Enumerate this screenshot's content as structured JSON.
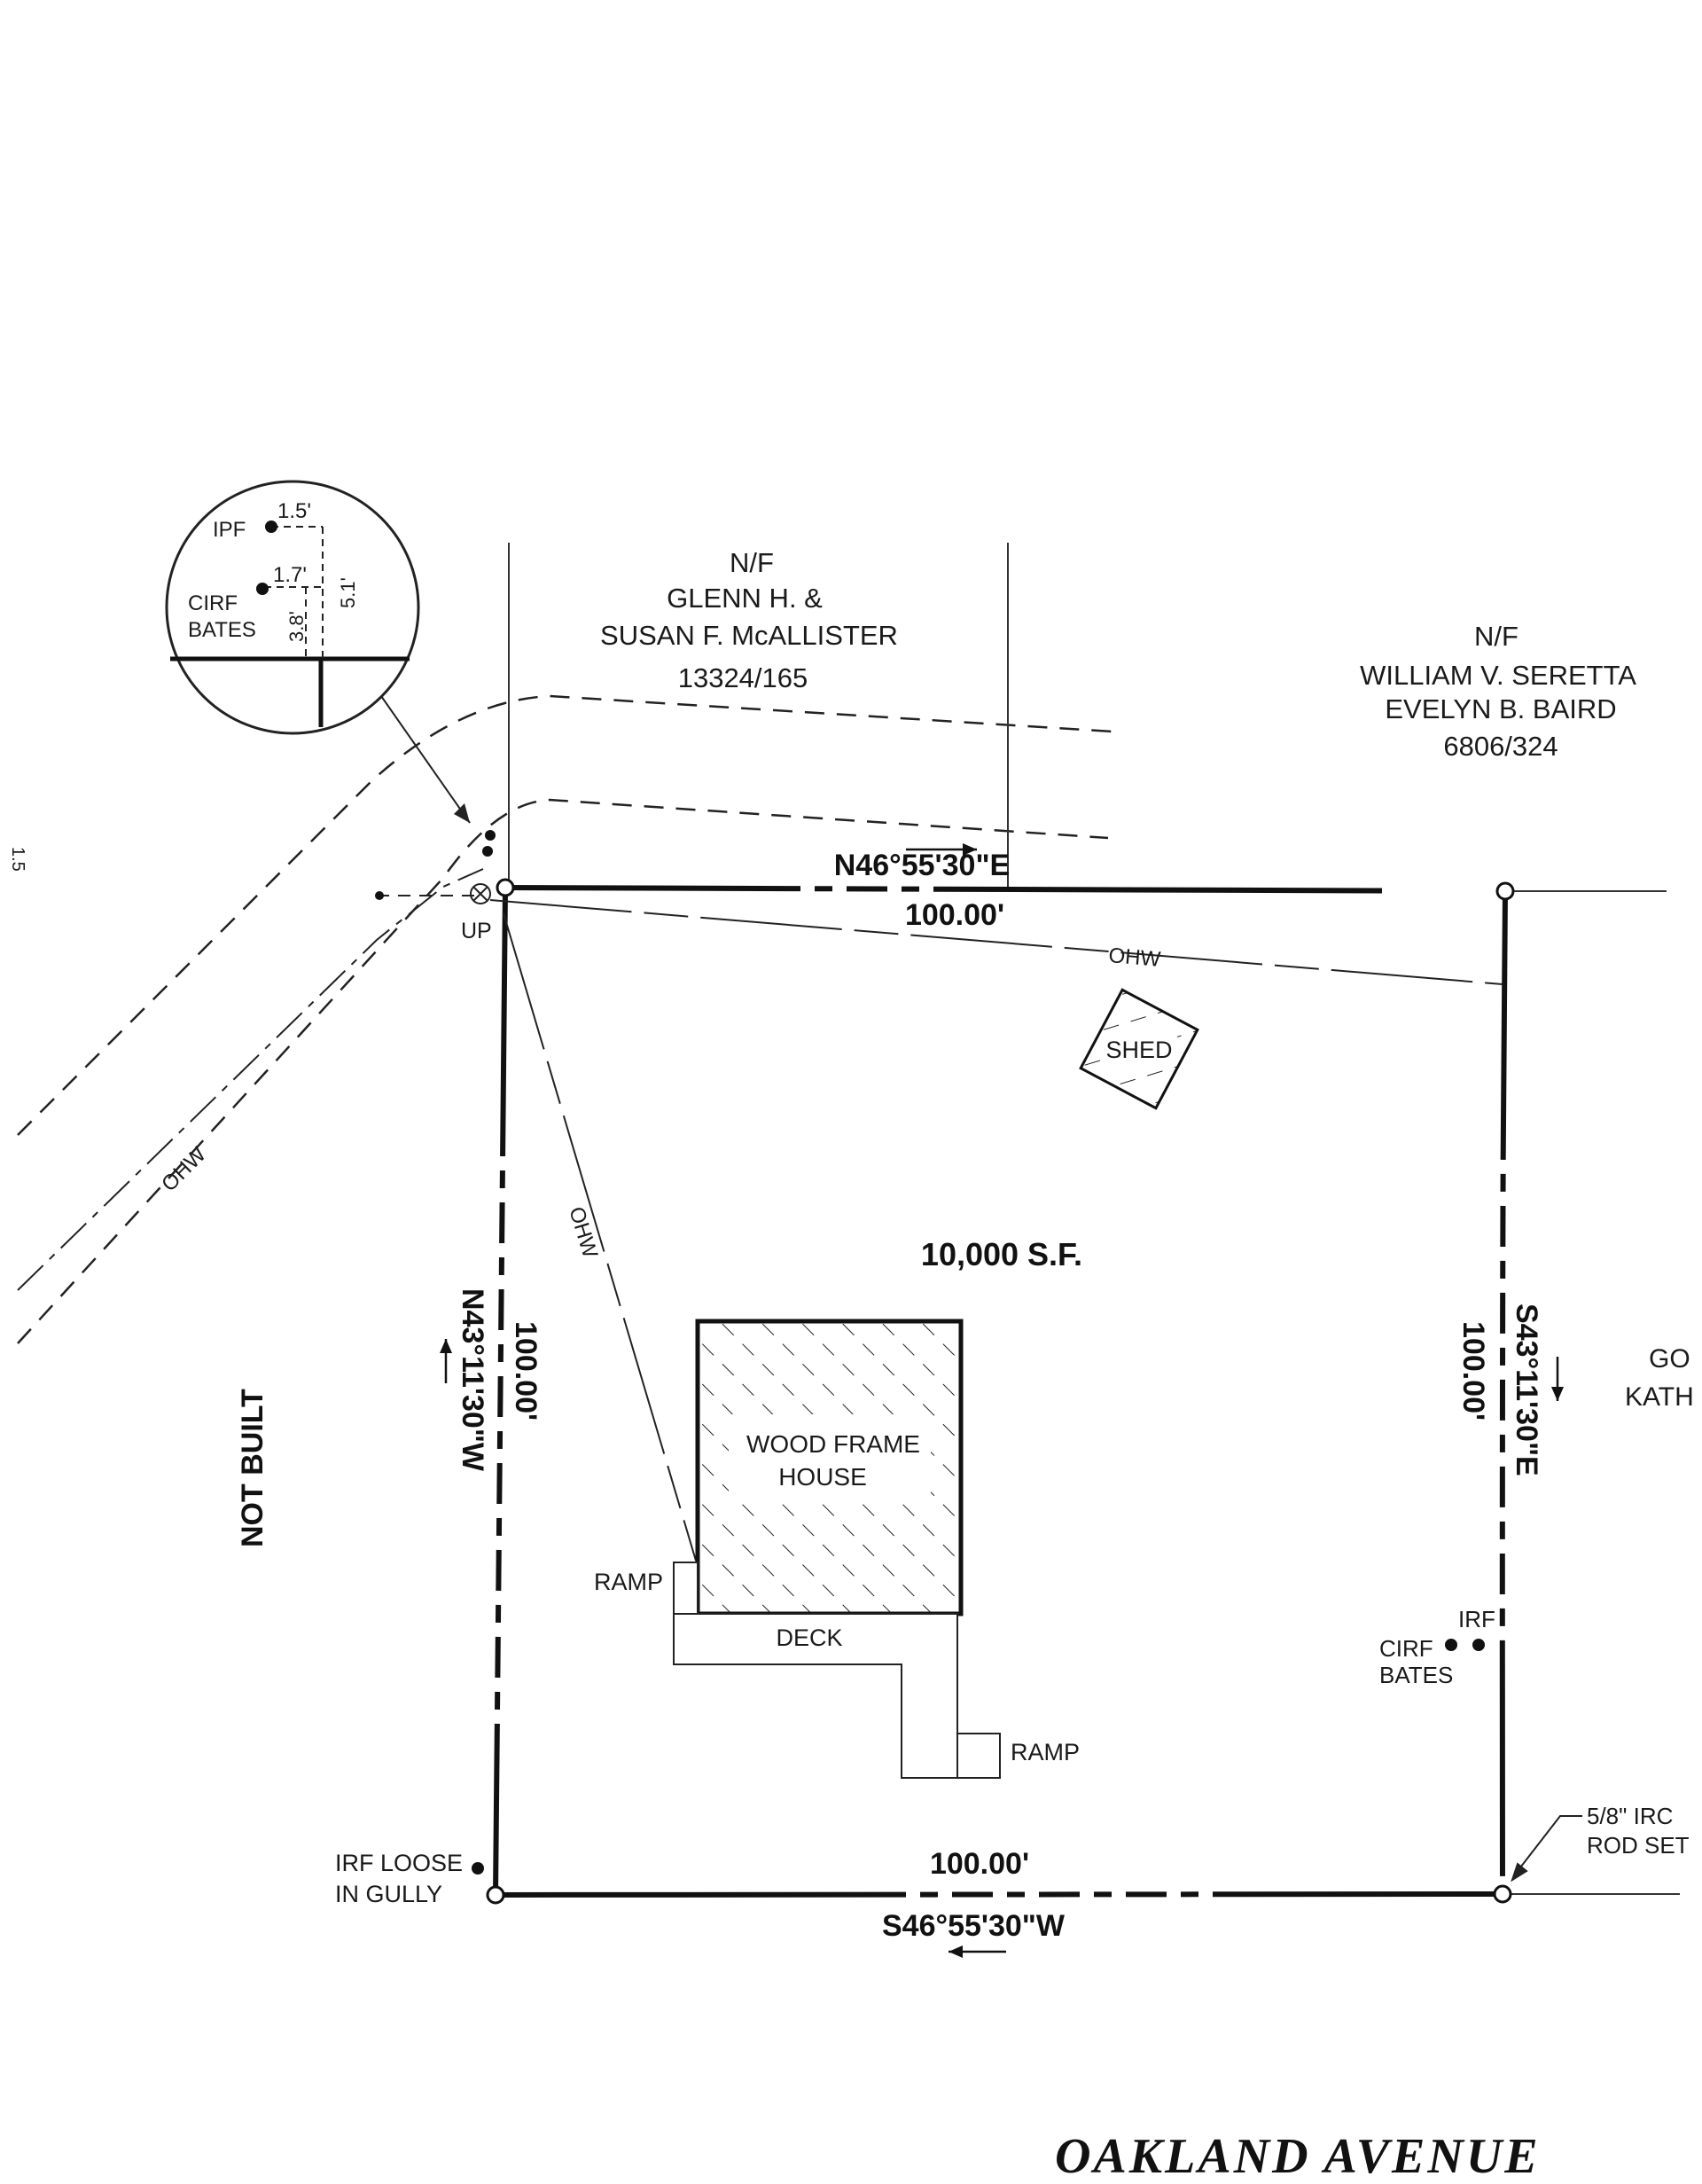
{
  "north_neighbor": {
    "status": "N/F",
    "owner_line1": "GLENN H. &",
    "owner_line2": "SUSAN F. McALLISTER",
    "deed": "13324/165"
  },
  "northeast_neighbor": {
    "status": "N/F",
    "owner_line1": "WILLIAM V. SERETTA",
    "owner_line2": "EVELYN B. BAIRD",
    "deed": "6806/324"
  },
  "east_neighbor_partial": {
    "line1": "GO",
    "line2": "KATH"
  },
  "west_label": "NOT BUILT",
  "detail": {
    "ipf": "IPF",
    "ipf_offset": "1.5'",
    "cirf_offset": "1.7'",
    "cirf_line1": "CIRF",
    "cirf_line2": "BATES",
    "dim_a": "3.8'",
    "dim_b": "5.1'"
  },
  "boundary": {
    "north_bearing": "N46°55'30\"E",
    "north_distance": "100.00'",
    "south_bearing": "S46°55'30\"W",
    "south_distance": "100.00'",
    "west_bearing": "N43°11'30\"W",
    "west_distance": "100.00'",
    "east_bearing": "S43°11'30\"E",
    "east_distance": "100.00'"
  },
  "area": "10,000 S.F.",
  "structures": {
    "house_line1": "WOOD FRAME",
    "house_line2": "HOUSE",
    "shed": "SHED",
    "deck": "DECK",
    "ramp_west": "RAMP",
    "ramp_east": "RAMP"
  },
  "utilities": {
    "pole": "UP",
    "ohw_north": "OHW",
    "ohw_diagonal": "OHW",
    "ohw_west": "OHW"
  },
  "monuments": {
    "irf_loose_line1": "IRF LOOSE",
    "irf_loose_line2": "IN GULLY",
    "irf_east": "IRF",
    "cirf_east_line1": "CIRF",
    "cirf_east_line2": "BATES",
    "rod_set_line1": "5/8\" IRC",
    "rod_set_line2": "ROD SET"
  },
  "street": "OAKLAND AVENUE",
  "margin_mark": "1.5"
}
